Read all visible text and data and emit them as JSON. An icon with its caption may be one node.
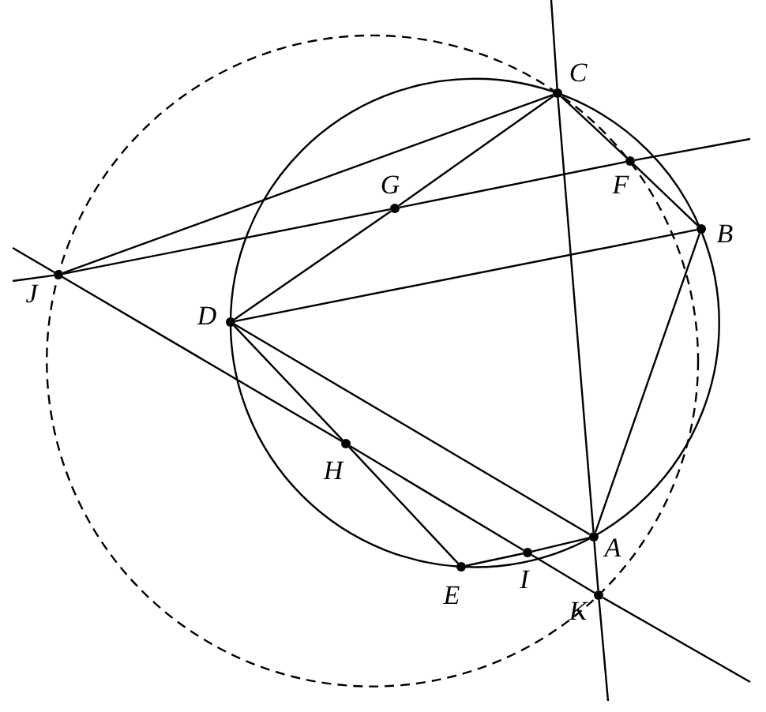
{
  "diagram": {
    "nodes": [
      {
        "text": [
          "C"
        ]
      },
      {
        "text": [
          "F"
        ]
      },
      {
        "text": [
          "G"
        ]
      },
      {
        "text": [
          "B"
        ]
      },
      {
        "text": [
          "J"
        ]
      },
      {
        "text": [
          "D"
        ]
      },
      {
        "text": [
          "H"
        ]
      },
      {
        "text": [
          "A"
        ]
      },
      {
        "text": [
          "I"
        ]
      },
      {
        "text": [
          "E"
        ]
      },
      {
        "text": [
          "K"
        ]
      }
    ],
    "edges": [
      {
        "from": null,
        "to": 0,
        "arrow": "none"
      },
      {
        "from": 0,
        "to": 7,
        "arrow": "none"
      },
      {
        "from": 7,
        "to": 10,
        "arrow": "none"
      },
      {
        "from": 10,
        "to": null,
        "arrow": "none"
      },
      {
        "from": null,
        "to": 4,
        "arrow": "none"
      },
      {
        "from": 4,
        "to": 2,
        "arrow": "none"
      },
      {
        "from": 2,
        "to": 1,
        "arrow": "none"
      },
      {
        "from": 1,
        "to": null,
        "arrow": "none"
      },
      {
        "from": null,
        "to": 4,
        "arrow": "none"
      },
      {
        "from": 4,
        "to": 6,
        "arrow": "none"
      },
      {
        "from": 6,
        "to": 8,
        "arrow": "none"
      },
      {
        "from": 8,
        "to": 10,
        "arrow": "none"
      },
      {
        "from": 10,
        "to": null,
        "arrow": "none"
      },
      {
        "from": 4,
        "to": 0,
        "arrow": "none"
      },
      {
        "from": 0,
        "to": 2,
        "arrow": "none"
      },
      {
        "from": 2,
        "to": 5,
        "arrow": "none"
      },
      {
        "from": 0,
        "to": 1,
        "arrow": "none"
      },
      {
        "from": 1,
        "to": 3,
        "arrow": "none"
      },
      {
        "from": 3,
        "to": 5,
        "arrow": "none"
      },
      {
        "from": 3,
        "to": 7,
        "arrow": "none"
      },
      {
        "from": 5,
        "to": 7,
        "arrow": "none"
      },
      {
        "from": 5,
        "to": 6,
        "arrow": "none"
      },
      {
        "from": 6,
        "to": 9,
        "arrow": "none"
      },
      {
        "from": 9,
        "to": 8,
        "arrow": "none"
      },
      {
        "from": 8,
        "to": 7,
        "arrow": "none"
      }
    ]
  }
}
